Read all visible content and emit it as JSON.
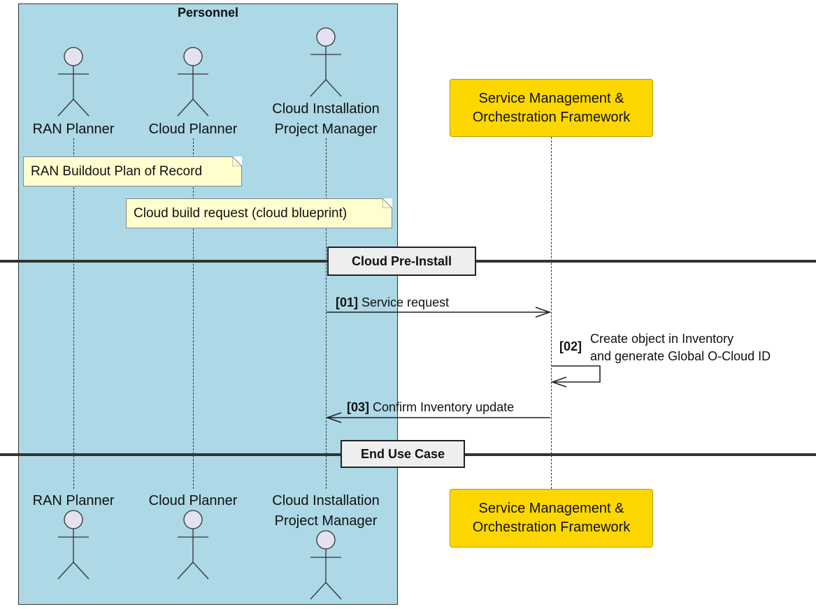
{
  "group": {
    "title": "Personnel"
  },
  "actors": [
    {
      "name": "RAN Planner"
    },
    {
      "name": "Cloud Planner"
    },
    {
      "name_line1": "Cloud Installation",
      "name_line2": "Project Manager"
    }
  ],
  "participant": {
    "line1": "Service Management &",
    "line2": "Orchestration Framework"
  },
  "notes": [
    {
      "text": "RAN Buildout Plan of Record"
    },
    {
      "text": "Cloud build request (cloud blueprint)"
    }
  ],
  "dividers": [
    {
      "label": "Cloud Pre-Install"
    },
    {
      "label": "End Use Case"
    }
  ],
  "messages": [
    {
      "step": "[01]",
      "text": "Service request"
    },
    {
      "step": "[02]",
      "text_line1": "Create object in Inventory",
      "text_line2": "and generate Global O-Cloud ID"
    },
    {
      "step": "[03]",
      "text": "Confirm Inventory update"
    }
  ],
  "colors": {
    "group_background": "#add8e6",
    "participant_fill": "#ffd700",
    "note_fill": "#fefece",
    "actor_head": "#e2e2f0",
    "divider_fill": "#eeeeee"
  }
}
